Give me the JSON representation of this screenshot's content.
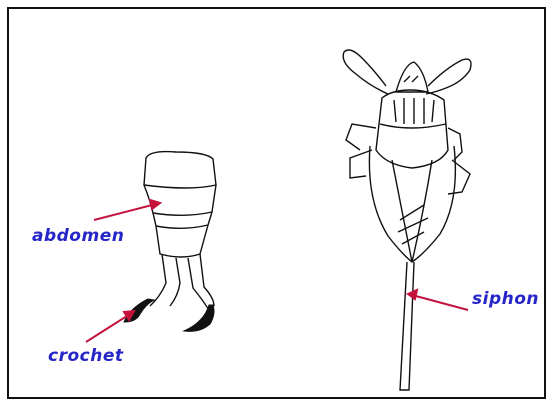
{
  "labels": {
    "abdomen": "abdomen",
    "crochet": "crochet",
    "siphon": "siphon"
  },
  "colors": {
    "label_text": "#2626c8",
    "arrow": "#c4123c",
    "ink": "#111111",
    "frame": "#111111"
  }
}
